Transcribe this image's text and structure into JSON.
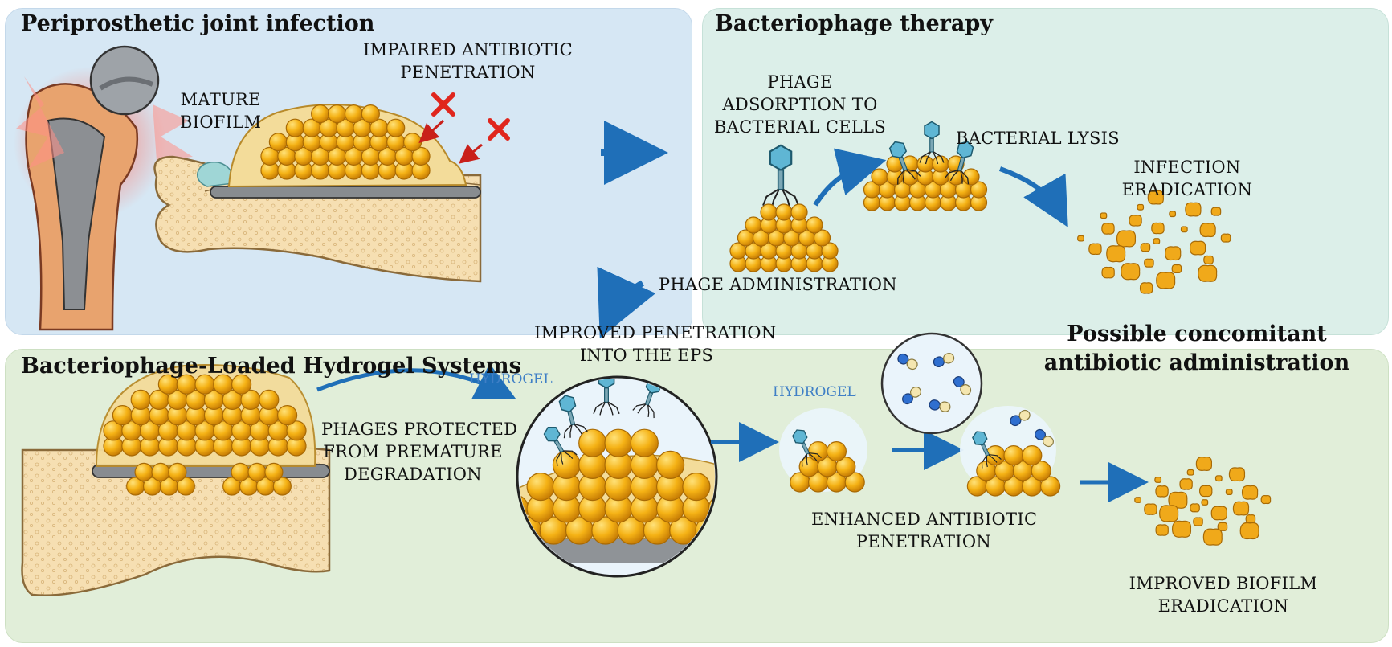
{
  "panel1": {
    "title": "Periprosthetic joint infection",
    "mature_biofilm": [
      "MATURE",
      "BIOFILM"
    ],
    "impaired": [
      "IMPAIRED ANTIBIOTIC",
      "PENETRATION"
    ]
  },
  "panel2": {
    "title": "Bacteriophage therapy",
    "adsorption": [
      "PHAGE",
      "ADSORPTION TO",
      "BACTERIAL CELLS"
    ],
    "lysis": "BACTERIAL LYSIS",
    "eradication": [
      "INFECTION",
      "ERADICATION"
    ],
    "administration": "PHAGE ADMINISTRATION"
  },
  "panel3": {
    "title": "Bacteriophage-Loaded Hydrogel Systems",
    "improved_penetration": [
      "IMPROVED PENETRATION",
      "INTO THE EPS"
    ],
    "hydrogel_label_1": "HYDROGEL",
    "hydrogel_label_2": "HYDROGEL",
    "phages_protected": [
      "PHAGES PROTECTED",
      "FROM PREMATURE",
      "DEGRADATION"
    ],
    "concomitant": [
      "Possible concomitant",
      "antibiotic administration"
    ],
    "enhanced": [
      "ENHANCED ANTIBIOTIC",
      "PENETRATION"
    ],
    "improved_eradication": [
      "IMPROVED BIOFILM",
      "ERADICATION"
    ]
  },
  "colors": {
    "panel1_bg": "#d6e7f4",
    "panel2_bg": "#dcefe9",
    "panel3_bg": "#e1eed9",
    "bacteria": "#f5b215",
    "biofilm": "#f3dc9a",
    "arrow_blue": "#1f6fb8",
    "cross_red": "#e0261d",
    "hydrogel_text": "#3f7fc6"
  }
}
